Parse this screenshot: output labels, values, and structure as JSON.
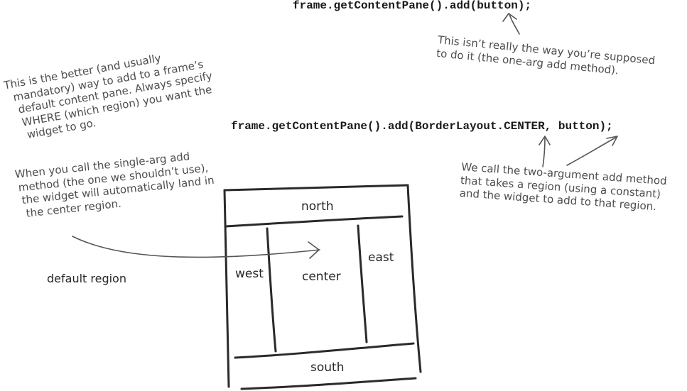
{
  "code": {
    "one_arg": "frame.getContentPane().add(button);",
    "two_arg": "frame.getContentPane().add(BorderLayout.CENTER, button);"
  },
  "notes": {
    "not_the_way": [
      "This isn’t really the way you’re supposed",
      "to do it (the one-arg add method)."
    ],
    "better_way": [
      "This is the better (and usually",
      "mandatory) way to add to a frame’s",
      "default content pane. Always specify",
      "WHERE (which region) you want the",
      "widget to go."
    ],
    "single_arg": [
      "When you call the single-arg add",
      "method (the one we shouldn’t use),",
      "the widget will automatically land in",
      "the center region."
    ],
    "two_arg": [
      "We call the two-argument add method",
      "that takes a region (using a constant)",
      "and the widget to add to that region."
    ]
  },
  "default_region_label": "default region",
  "regions": {
    "north": "north",
    "west": "west",
    "center": "center",
    "east": "east",
    "south": "south"
  }
}
